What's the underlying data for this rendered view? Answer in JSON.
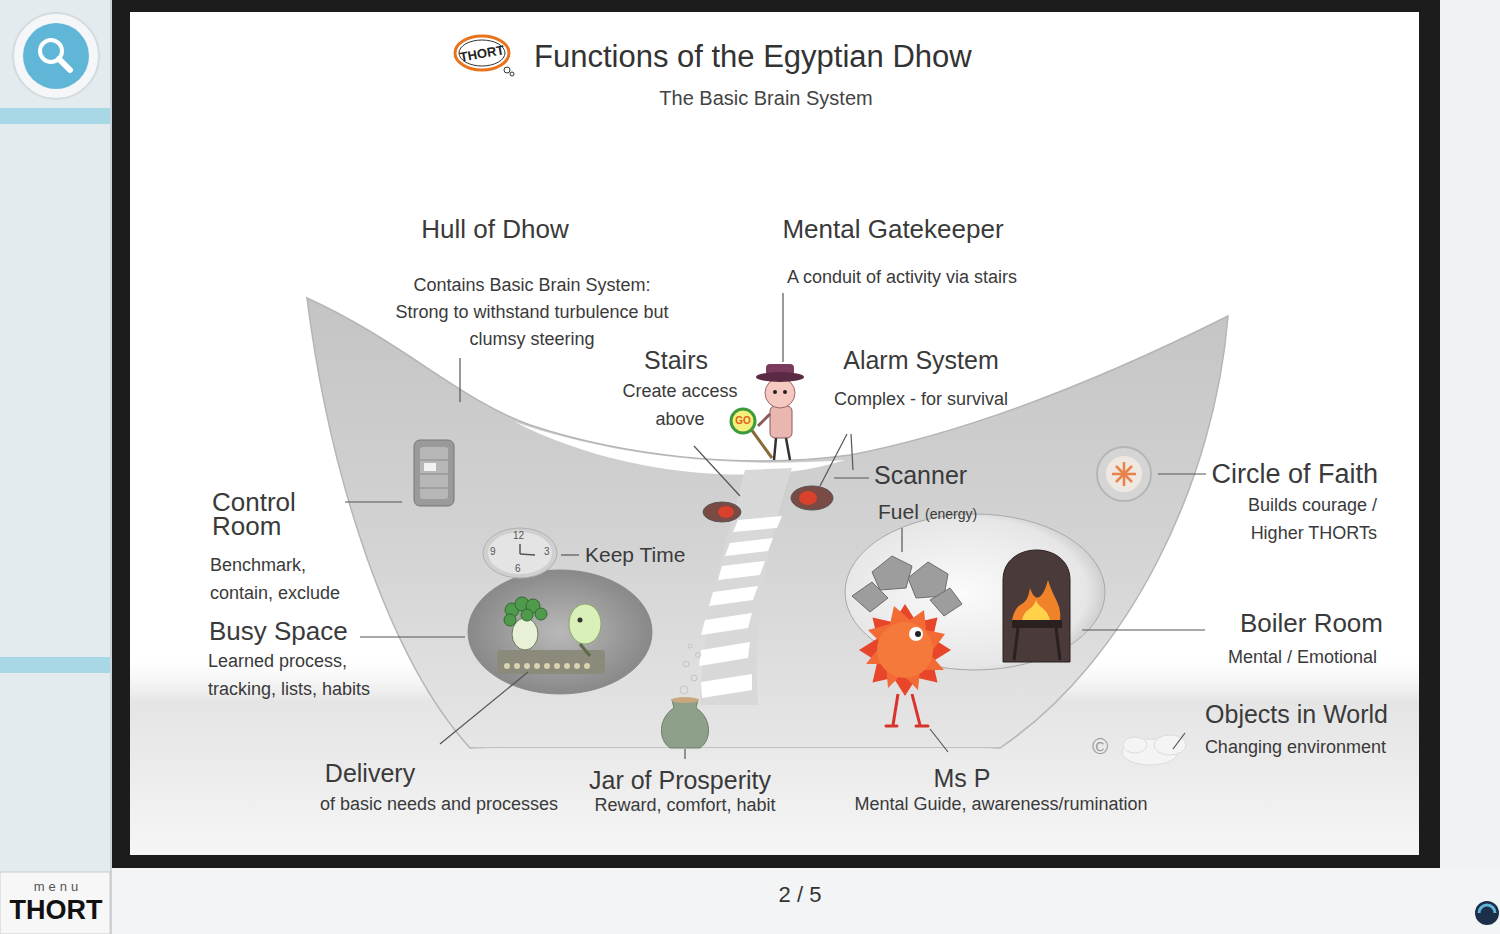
{
  "diagram": {
    "title": "Functions of the Egyptian Dhow",
    "nodes": [
      {
        "text": [
          "THORT"
        ]
      },
      {
        "text": [
          "12",
          "9",
          "3",
          "6"
        ]
      }
    ],
    "labels": [
      "The Basic Brain System",
      "Hull of Dhow",
      "Contains Basic Brain System: Strong to withstand turbulence but clumsy steering",
      "Mental Gatekeeper",
      "A conduit of activity via stairs",
      "Stairs",
      "Create access above",
      "Alarm System",
      "Complex - for survival",
      "GO",
      "Control Room",
      "Benchmark, contain, exclude",
      "Scanner",
      "Fuel",
      "(energy)",
      "Circle of Faith",
      "Builds courage / Higher THORTs",
      "Keep Time",
      "Busy Space",
      "Learned process, tracking, lists, habits",
      "Boiler Room",
      "Mental / Emotional",
      "Objects in World",
      "Changing environment",
      "©",
      "Delivery",
      "of basic needs and processes",
      "Jar of Prosperity",
      "Reward, comfort, habit",
      "Ms P",
      "Mental Guide, awareness/rumination",
      "menu",
      "THORT",
      "2 / 5"
    ]
  }
}
